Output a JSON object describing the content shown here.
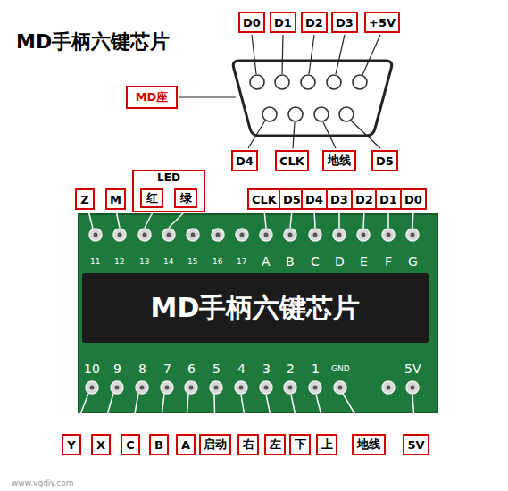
{
  "diagram": {
    "title": "MD手柄六键芯片",
    "nodes": [
      {
        "text": [
          "MD座"
        ]
      },
      {
        "text": [
          "D0"
        ]
      },
      {
        "text": [
          "D1"
        ]
      },
      {
        "text": [
          "D2"
        ]
      },
      {
        "text": [
          "D3"
        ]
      },
      {
        "text": [
          "+5V"
        ]
      },
      {
        "text": [
          "D4"
        ]
      },
      {
        "text": [
          "CLK"
        ]
      },
      {
        "text": [
          "地线"
        ]
      },
      {
        "text": [
          "D5"
        ]
      },
      {
        "text": [
          "Z"
        ]
      },
      {
        "text": [
          "M"
        ]
      },
      {
        "text": [
          "LED"
        ]
      },
      {
        "text": [
          "红"
        ],
        "in": 12
      },
      {
        "text": [
          "绿"
        ],
        "in": 12
      },
      {
        "text": [
          "CLK"
        ]
      },
      {
        "text": [
          "D5"
        ]
      },
      {
        "text": [
          "D4"
        ]
      },
      {
        "text": [
          "D3"
        ]
      },
      {
        "text": [
          "D2"
        ]
      },
      {
        "text": [
          "D1"
        ]
      },
      {
        "text": [
          "D0"
        ]
      },
      {
        "text": [
          "MD手柄六键芯片"
        ]
      },
      {
        "text": [
          "Y"
        ]
      },
      {
        "text": [
          "X"
        ]
      },
      {
        "text": [
          "C"
        ]
      },
      {
        "text": [
          "B"
        ]
      },
      {
        "text": [
          "A"
        ]
      },
      {
        "text": [
          "启动"
        ]
      },
      {
        "text": [
          "右"
        ]
      },
      {
        "text": [
          "左"
        ]
      },
      {
        "text": [
          "下"
        ]
      },
      {
        "text": [
          "上"
        ]
      },
      {
        "text": [
          "地线"
        ]
      },
      {
        "text": [
          "5V"
        ]
      }
    ],
    "labels": [
      "11",
      "12",
      "13",
      "14",
      "15",
      "16",
      "17",
      "A",
      "B",
      "C",
      "D",
      "E",
      "F",
      "G",
      "10",
      "9",
      "8",
      "7",
      "6",
      "5",
      "4",
      "3",
      "2",
      "1",
      "GND",
      "5V",
      "www.vgdiy.com"
    ]
  }
}
